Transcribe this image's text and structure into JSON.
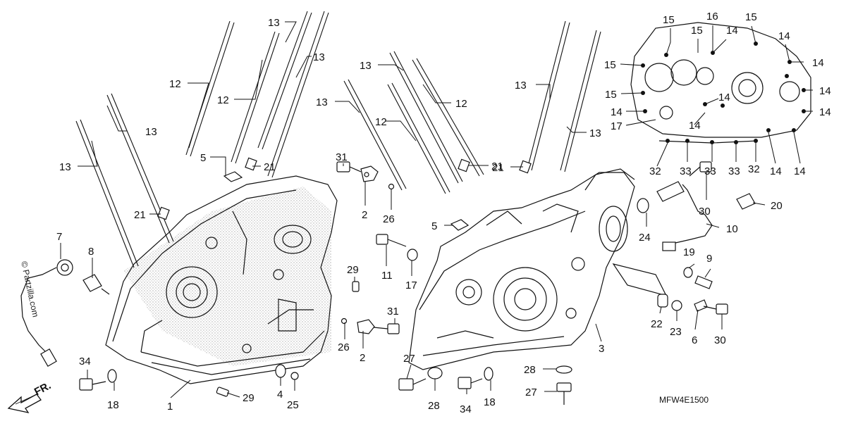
{
  "labels": [
    {
      "id": "l12a",
      "text": "12"
    },
    {
      "id": "l13a",
      "text": "13"
    },
    {
      "id": "l13b",
      "text": "13"
    },
    {
      "id": "l12b",
      "text": "12"
    },
    {
      "id": "l13c",
      "text": "13"
    },
    {
      "id": "l13d",
      "text": "13"
    },
    {
      "id": "l5a",
      "text": "5"
    },
    {
      "id": "l21a",
      "text": "21"
    },
    {
      "id": "l21b",
      "text": "21"
    },
    {
      "id": "l7",
      "text": "7"
    },
    {
      "id": "l8",
      "text": "8"
    },
    {
      "id": "l31a",
      "text": "31"
    },
    {
      "id": "l2a",
      "text": "2"
    },
    {
      "id": "l26a",
      "text": "26"
    },
    {
      "id": "l11",
      "text": "11"
    },
    {
      "id": "l17a",
      "text": "17"
    },
    {
      "id": "l29a",
      "text": "29"
    },
    {
      "id": "l31b",
      "text": "31"
    },
    {
      "id": "l26b",
      "text": "26"
    },
    {
      "id": "l2b",
      "text": "2"
    },
    {
      "id": "l34a",
      "text": "34"
    },
    {
      "id": "l18a",
      "text": "18"
    },
    {
      "id": "l1",
      "text": "1"
    },
    {
      "id": "l29b",
      "text": "29"
    },
    {
      "id": "l4",
      "text": "4"
    },
    {
      "id": "l25",
      "text": "25"
    },
    {
      "id": "l13e",
      "text": "13"
    },
    {
      "id": "l13f",
      "text": "13"
    },
    {
      "id": "l12c",
      "text": "12"
    },
    {
      "id": "l12d",
      "text": "12"
    },
    {
      "id": "l13g",
      "text": "13"
    },
    {
      "id": "l13h",
      "text": "13"
    },
    {
      "id": "l21c",
      "text": "21"
    },
    {
      "id": "l21d",
      "text": "21"
    },
    {
      "id": "l5b",
      "text": "5"
    },
    {
      "id": "l3",
      "text": "3"
    },
    {
      "id": "l27a",
      "text": "27"
    },
    {
      "id": "l28a",
      "text": "28"
    },
    {
      "id": "l34b",
      "text": "34"
    },
    {
      "id": "l18b",
      "text": "18"
    },
    {
      "id": "l28b",
      "text": "28"
    },
    {
      "id": "l27b",
      "text": "27"
    },
    {
      "id": "l24",
      "text": "24"
    },
    {
      "id": "l30a",
      "text": "30"
    },
    {
      "id": "l20",
      "text": "20"
    },
    {
      "id": "l10",
      "text": "10"
    },
    {
      "id": "l19",
      "text": "19"
    },
    {
      "id": "l9",
      "text": "9"
    },
    {
      "id": "l22",
      "text": "22"
    },
    {
      "id": "l23",
      "text": "23"
    },
    {
      "id": "l6",
      "text": "6"
    },
    {
      "id": "l30b",
      "text": "30"
    },
    {
      "id": "l15a",
      "text": "15"
    },
    {
      "id": "l16",
      "text": "16"
    },
    {
      "id": "l15b",
      "text": "15"
    },
    {
      "id": "l15c",
      "text": "15"
    },
    {
      "id": "l14a",
      "text": "14"
    },
    {
      "id": "l14b",
      "text": "14"
    },
    {
      "id": "l15d",
      "text": "15"
    },
    {
      "id": "l14c",
      "text": "14"
    },
    {
      "id": "l15e",
      "text": "15"
    },
    {
      "id": "l14d",
      "text": "14"
    },
    {
      "id": "l14e",
      "text": "14"
    },
    {
      "id": "l14f",
      "text": "14"
    },
    {
      "id": "l14g",
      "text": "14"
    },
    {
      "id": "l17b",
      "text": "17"
    },
    {
      "id": "l14h",
      "text": "14"
    },
    {
      "id": "l32a",
      "text": "32"
    },
    {
      "id": "l33a",
      "text": "33"
    },
    {
      "id": "l33b",
      "text": "33"
    },
    {
      "id": "l33c",
      "text": "33"
    },
    {
      "id": "l32b",
      "text": "32"
    },
    {
      "id": "l14i",
      "text": "14"
    },
    {
      "id": "l14j",
      "text": "14"
    }
  ],
  "diagram_code": "MFW4E1500",
  "watermark": "© Partzilla.com",
  "front_marker": "FR.",
  "colors": {
    "line": "#111111",
    "background": "#ffffff",
    "shading": "#bbbbbb"
  }
}
